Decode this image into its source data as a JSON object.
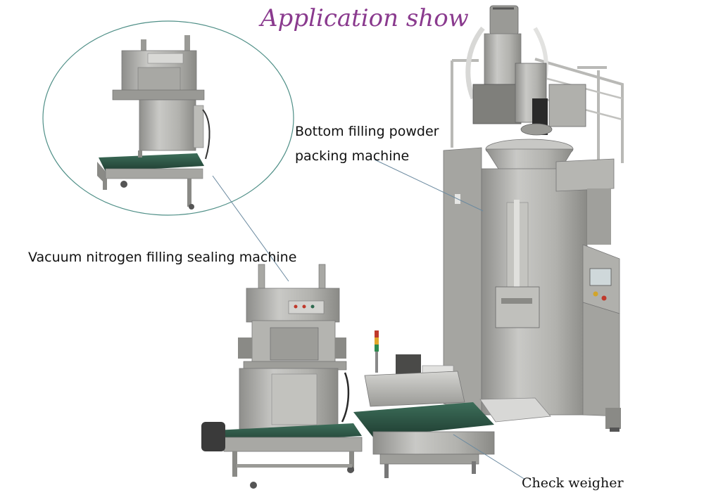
{
  "title": "Application show",
  "labels": {
    "bottom_filling_line1": "Bottom filling powder",
    "bottom_filling_line2": "packing machine",
    "vacuum_nitrogen": "Vacuum nitrogen filling sealing machine",
    "check_weigher": "Check weigher"
  },
  "colors": {
    "title": "#8a3a8e",
    "stainless": "#b8b8b5",
    "conveyor_belt": "#2f5a48",
    "leader_line": "#6b8aa0",
    "ellipse": "#4f8f87"
  }
}
